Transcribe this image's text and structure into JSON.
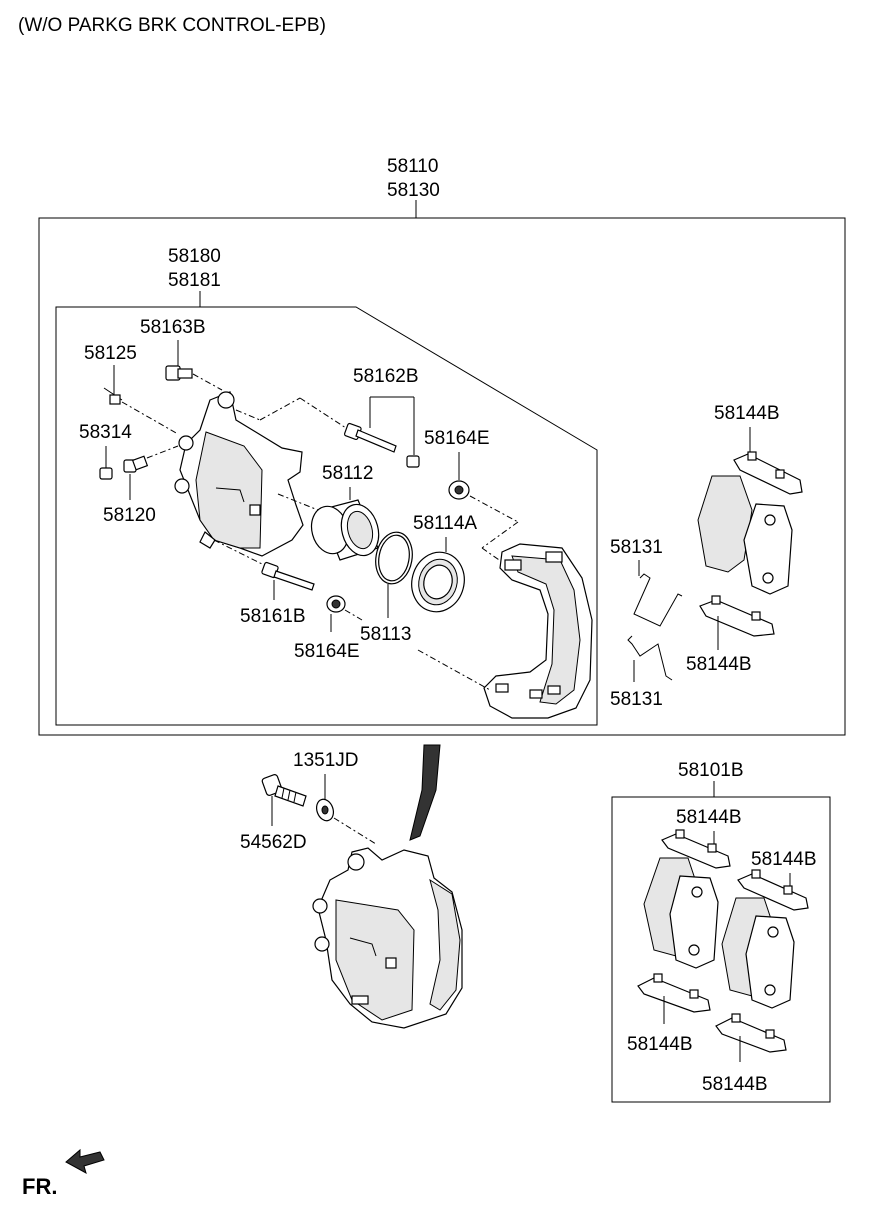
{
  "diagram": {
    "title": "(W/O PARKG BRK CONTROL-EPB)",
    "orientation_label": "FR.",
    "labels": {
      "assy_1": "58110",
      "assy_2": "58130",
      "caliper_1": "58180",
      "caliper_2": "58181",
      "bolt_top": "58163B",
      "bleeder": "58125",
      "bleeder_cap": "58314",
      "bleeder_screw": "58120",
      "guide_pin_set": "58162B",
      "boot_top": "58164E",
      "piston": "58112",
      "piston_seal_kit": "58114A",
      "guide_pin_lower": "58161B",
      "seal": "58113",
      "boot_lower": "58164E",
      "pad_clip_top": "58144B",
      "spring_top": "58131",
      "pad_clip_lower": "58144B",
      "spring_lower": "58131",
      "washer": "1351JD",
      "mount_bolt": "54562D",
      "pad_kit": "58101B",
      "kit_clip_1": "58144B",
      "kit_clip_2": "58144B",
      "kit_clip_3": "58144B",
      "kit_clip_4": "58144B"
    }
  }
}
